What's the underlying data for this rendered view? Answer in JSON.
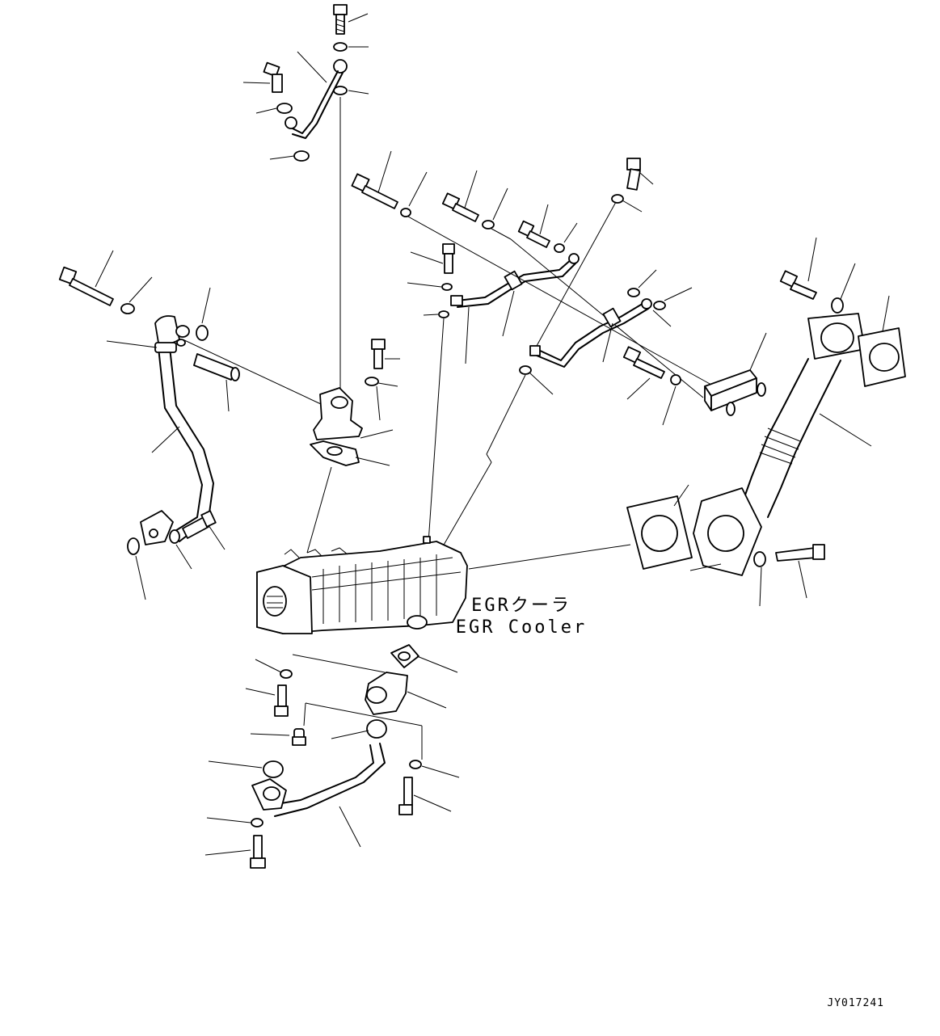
{
  "diagram": {
    "label_jp": "EGRクーラ",
    "label_en": "EGR Cooler",
    "drawing_number": "JY017241"
  }
}
